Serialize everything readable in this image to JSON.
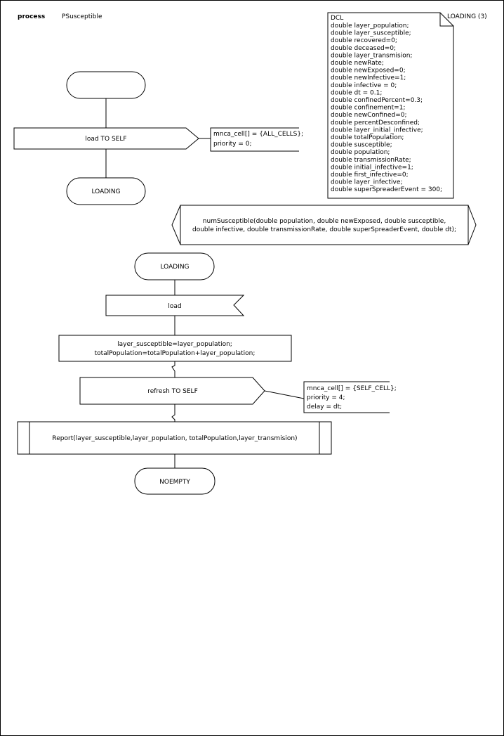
{
  "header": {
    "keyword": "process",
    "name": "PSusceptible"
  },
  "page_label": "LOADING (3)",
  "dcl": {
    "title": "DCL",
    "lines": [
      "double layer_population;",
      "double layer_susceptible;",
      "double recovered=0;",
      "double deceased=0;",
      "double layer_transmision;",
      "double newRate;",
      "double newExposed=0;",
      "double newInfective=1;",
      "double infective = 0;",
      "double dt = 0.1;",
      "double confinedPercent=0.3;",
      "double confinement=1;",
      "double newConfined=0;",
      "double percentDesconfined;",
      "double layer_initial_infective;",
      "double totalPopulation;",
      "double susceptible;",
      "double population;",
      "double transmissionRate;",
      "double initial_infective=1;",
      "double first_infective=0;",
      "double layer_infective;",
      "double superSpreaderEvent = 300;"
    ]
  },
  "start": {
    "label": ""
  },
  "output1": {
    "label": "load TO SELF"
  },
  "comment1": {
    "lines": [
      "mnca_cell[] = {ALL_CELLS};",
      "priority = 0;"
    ]
  },
  "state1": {
    "label": "LOADING"
  },
  "procedure_decl": {
    "lines": [
      "numSusceptible(double population, double newExposed, double susceptible,",
      "double infective, double transmissionRate, double superSpreaderEvent, double dt);"
    ]
  },
  "state2": {
    "label": "LOADING"
  },
  "input1": {
    "label": "load"
  },
  "task1": {
    "lines": [
      "layer_susceptible=layer_population;",
      "totalPopulation=totalPopulation+layer_population;"
    ]
  },
  "output2": {
    "label": "refresh TO SELF"
  },
  "comment2": {
    "lines": [
      "mnca_cell[] = {SELF_CELL};",
      "priority = 4;",
      "delay = dt;"
    ]
  },
  "procedure_call": {
    "label": "Report(layer_susceptible,layer_population, totalPopulation,layer_transmision)"
  },
  "state3": {
    "label": "NOEMPTY"
  }
}
